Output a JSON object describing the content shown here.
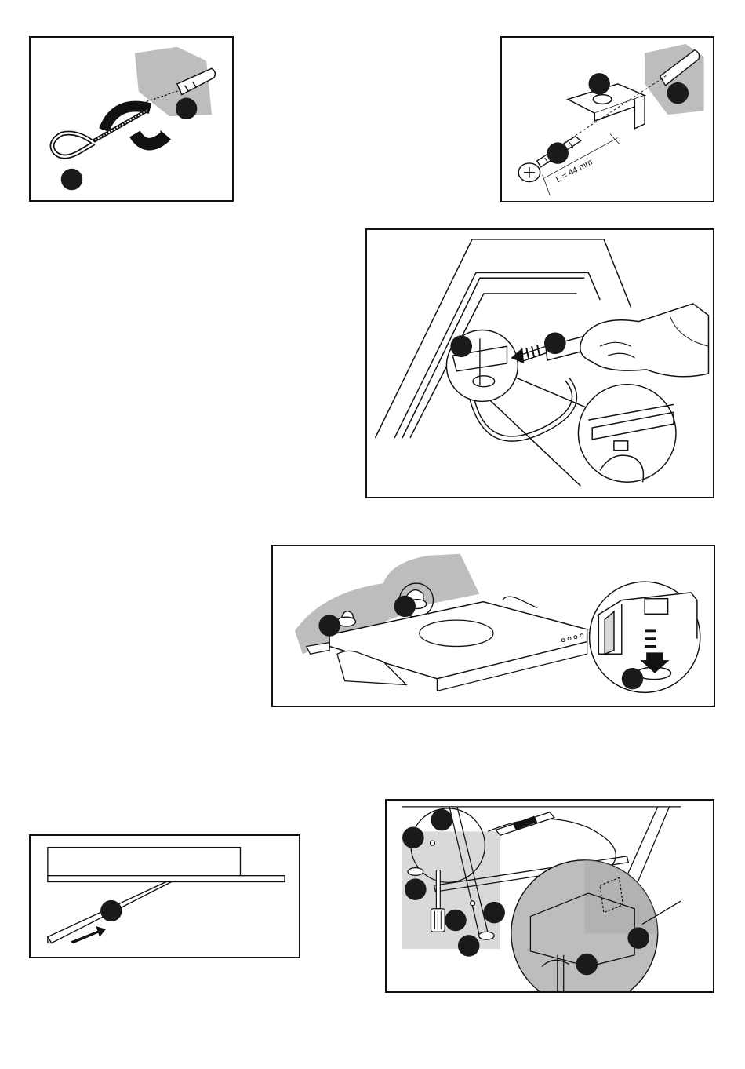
{
  "figures": [
    {
      "id": "hook-and-wall-plug",
      "callouts": 2
    },
    {
      "id": "bracket-and-screw",
      "callouts": 3,
      "dimension_label": "L = 44 mm"
    },
    {
      "id": "bracket-slide-in",
      "callouts": 2
    },
    {
      "id": "hood-hang-on-hooks",
      "callouts": 3
    },
    {
      "id": "extension-slide",
      "callouts": 1
    },
    {
      "id": "screw-fixing-underside",
      "callouts": 8
    }
  ],
  "colors": {
    "line": "#111111",
    "shade": "#bdbdbd",
    "light_shade": "#d9d9d9",
    "callout": "#1a1a1a"
  }
}
